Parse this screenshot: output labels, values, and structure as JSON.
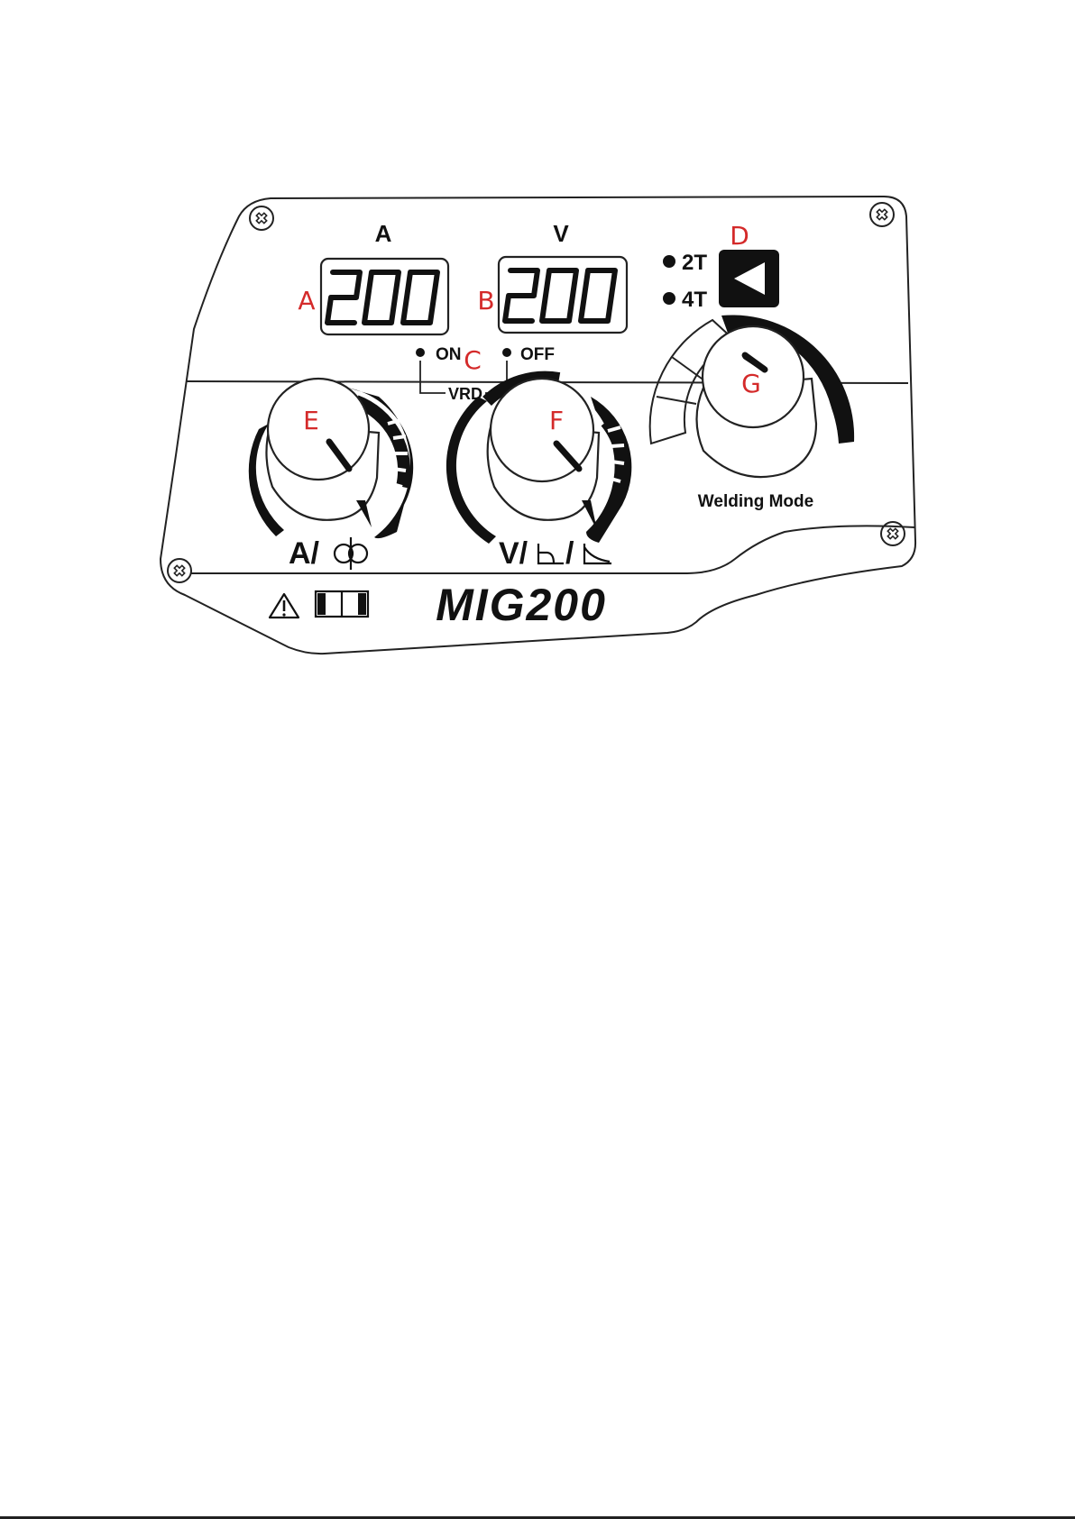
{
  "colors": {
    "outline": "#222222",
    "ink": "#111111",
    "callout": "#d42a2a",
    "background": "#ffffff"
  },
  "displays": {
    "amps_title": "A",
    "volts_title": "V",
    "amps_value": "200",
    "volts_value": "200"
  },
  "vrd": {
    "on_label": "ON",
    "off_label": "OFF",
    "label": "VRD"
  },
  "trigger_mode": {
    "option_2t": "2T",
    "option_4t": "4T"
  },
  "knobs": {
    "wire_speed_label": "A/",
    "voltage_label": "V/",
    "welding_mode_label": "Welding Mode"
  },
  "brand": {
    "model": "MIG200"
  },
  "callouts": {
    "a": "A",
    "b": "B",
    "c": "C",
    "d": "D",
    "e": "E",
    "f": "F",
    "g": "G"
  },
  "icons": [
    "screw-icon",
    "warning-triangle-icon",
    "power-switch-icon",
    "wire-spool-icon",
    "fillet-weld-icon",
    "play-left-icon"
  ]
}
